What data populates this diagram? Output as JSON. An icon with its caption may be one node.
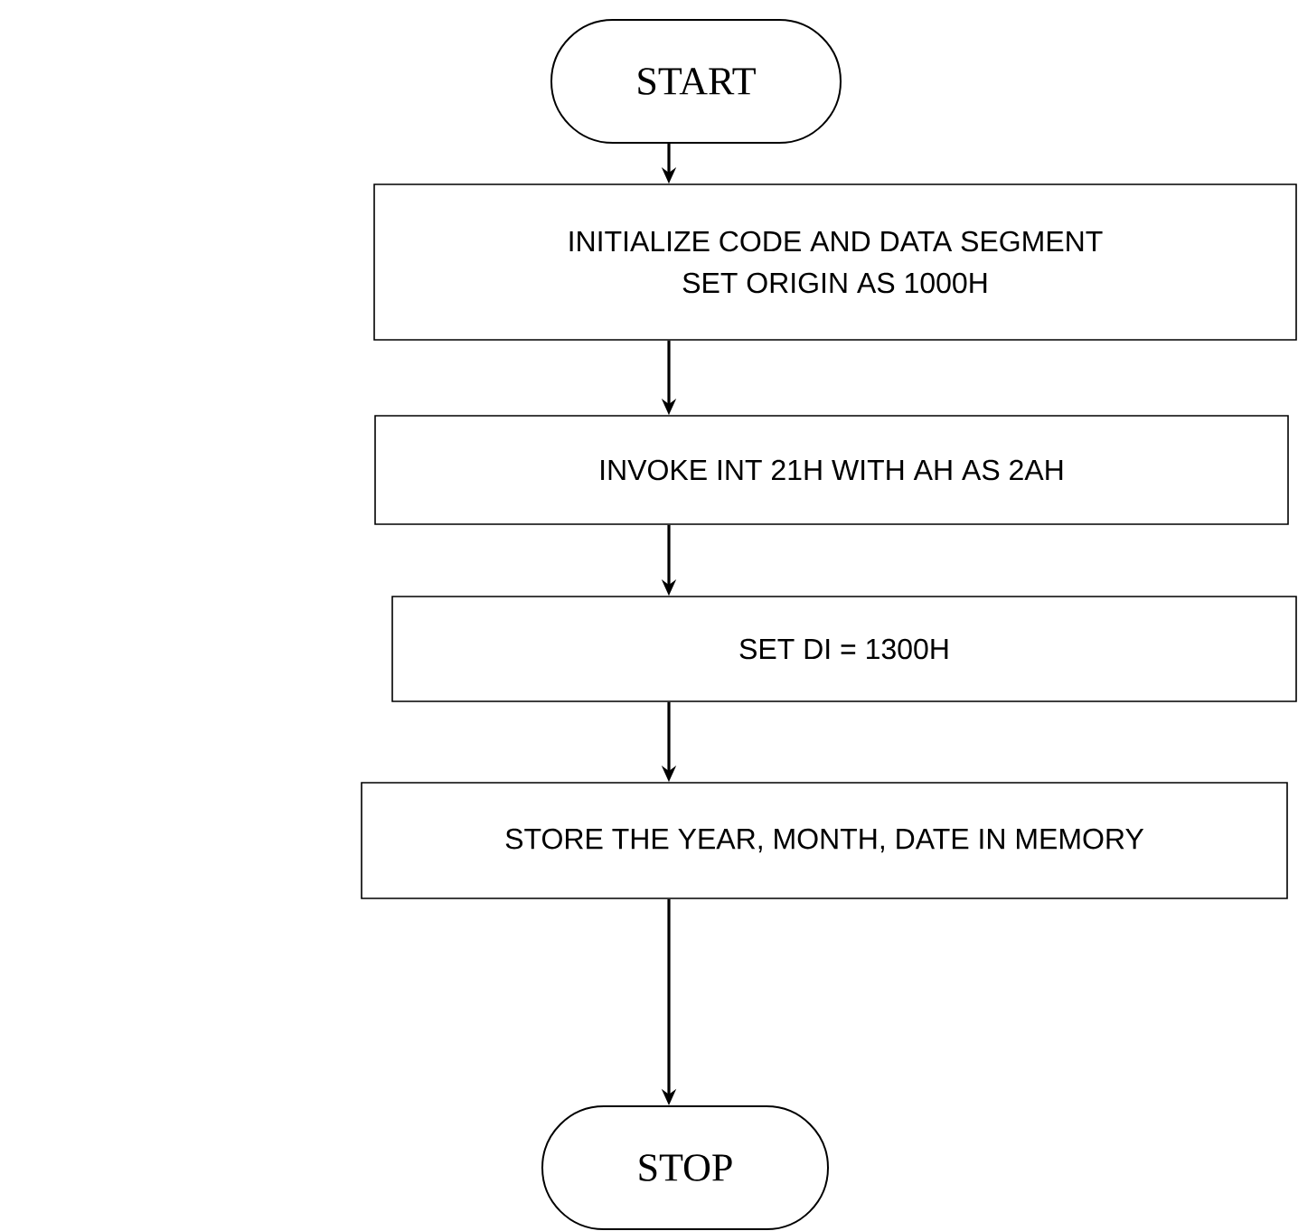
{
  "diagram": {
    "nodes": [
      {
        "text": [
          "START"
        ]
      },
      {
        "text": [
          "INITIALIZE CODE AND DATA SEGMENT",
          "SET ORIGIN AS 1000H"
        ]
      },
      {
        "text": [
          "INVOKE INT 21H WITH AH AS 2AH"
        ]
      },
      {
        "text": [
          "SET  DI = 1300H"
        ]
      },
      {
        "text": [
          "STORE THE YEAR, MONTH, DATE IN MEMORY"
        ]
      },
      {
        "text": [
          "STOP"
        ]
      }
    ],
    "edges": [
      {
        "from": 0,
        "to": 1,
        "arrow": "to"
      },
      {
        "from": 1,
        "to": 2,
        "arrow": "to"
      },
      {
        "from": 2,
        "to": 3,
        "arrow": "to"
      },
      {
        "from": 3,
        "to": 4,
        "arrow": "to"
      },
      {
        "from": 4,
        "to": 5,
        "arrow": "to"
      }
    ]
  }
}
